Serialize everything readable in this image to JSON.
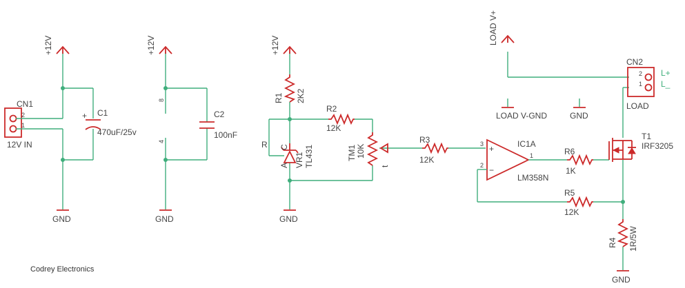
{
  "credit": "Codrey Electronics",
  "power_labels": {
    "v12_a": "+12V",
    "v12_b": "+12V",
    "v12_c": "+12V",
    "load_vplus": "LOAD V+",
    "gnd_a": "GND",
    "gnd_b": "GND",
    "gnd_c": "GND",
    "gnd_load": "GND",
    "gnd_out": "GND",
    "load_vgnd": "LOAD V-GND"
  },
  "components": {
    "cn1": {
      "ref": "CN1",
      "value": "12V IN",
      "pin2": "2",
      "pin1": "1"
    },
    "c1": {
      "ref": "C1",
      "value": "470uF/25v",
      "plus": "+"
    },
    "c2": {
      "ref": "C2",
      "value": "100nF"
    },
    "ic_pins": {
      "p8": "8",
      "p4": "4"
    },
    "r1": {
      "ref": "R1",
      "value": "2K2"
    },
    "r2": {
      "ref": "R2",
      "value": "12K"
    },
    "vr1": {
      "ref": "VR1",
      "value": "TL431",
      "r": "R",
      "c": "C",
      "a": "A"
    },
    "tm1": {
      "ref": "TM1",
      "value": "10K",
      "t": "t"
    },
    "r3": {
      "ref": "R3",
      "value": "12K"
    },
    "ic1a": {
      "ref": "IC1A",
      "value": "LM358N",
      "p3": "3",
      "p2": "2",
      "p1": "1",
      "plus": "+",
      "minus": "−"
    },
    "r6": {
      "ref": "R6",
      "value": "1K"
    },
    "r5": {
      "ref": "R5",
      "value": "12K"
    },
    "r4": {
      "ref": "R4",
      "value": "1R/5W"
    },
    "t1": {
      "ref": "T1",
      "value": "IRF3205"
    },
    "cn2": {
      "ref": "CN2",
      "value": "LOAD",
      "pin2": "2",
      "pin1": "1",
      "lplus": "L+",
      "lminus": "L_"
    }
  }
}
